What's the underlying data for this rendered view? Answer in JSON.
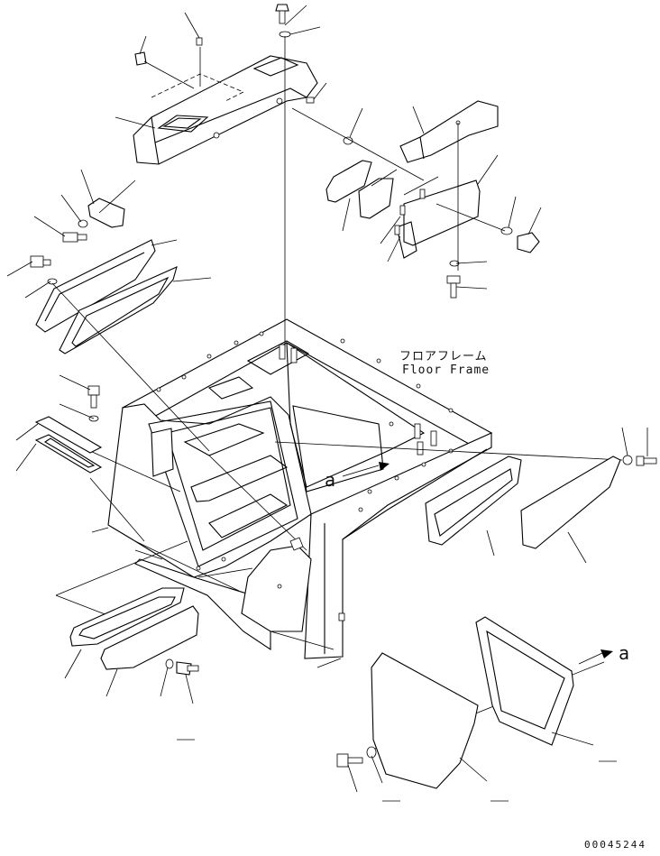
{
  "labels": {
    "floor_frame_jp": "フロアフレーム",
    "floor_frame_en": "Floor Frame",
    "view_marker_1": "a",
    "view_marker_2": "a",
    "part_number": "00045244"
  }
}
